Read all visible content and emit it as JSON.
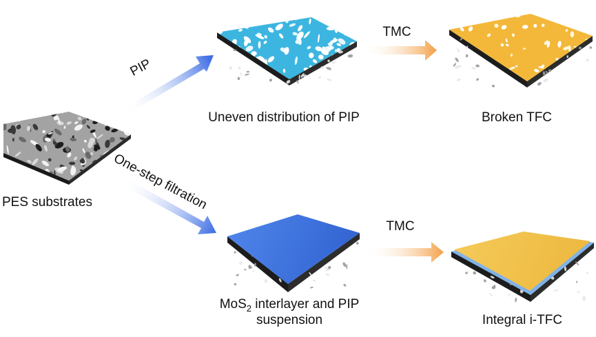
{
  "labels": {
    "pes_substrates": "PES substrates",
    "pip_arrow": "PIP",
    "filtration_arrow": "One-step filtration",
    "uneven": "Uneven distribution of PIP",
    "broken": "Broken TFC",
    "tmc_top": "TMC",
    "tmc_bottom": "TMC",
    "mos_prefix": "MoS",
    "mos_sub": "2",
    "mos_rest": " interlayer and PIP",
    "mos_line2": "suspension",
    "integral": "Integral i-TFC"
  },
  "colors": {
    "substrate_grey": "#9a9a9a",
    "pip_blue": "#3cb6e0",
    "tfc_yellow": "#f3b83a",
    "interlayer_blue": "#3f74dc",
    "integral_yellow": "#f2c24d",
    "arrow_blue": "#3f6fe3",
    "arrow_orange": "#f3a24a"
  }
}
